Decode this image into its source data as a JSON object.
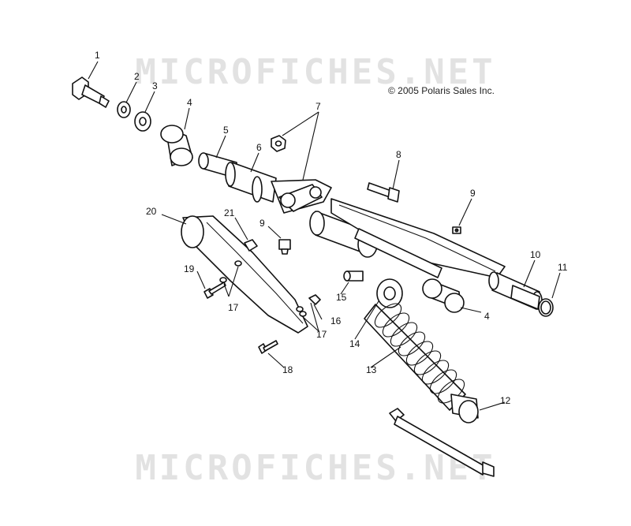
{
  "watermark": {
    "top": "MICROFICHES.NET",
    "bottom": "MICROFICHES.NET"
  },
  "copyright": "© 2005 Polaris Sales Inc.",
  "callouts": [
    "1",
    "2",
    "3",
    "4",
    "5",
    "6",
    "7",
    "8",
    "9",
    "10",
    "11",
    "9",
    "20",
    "21",
    "19",
    "17",
    "15",
    "4",
    "14",
    "16",
    "17",
    "18",
    "13",
    "12"
  ]
}
